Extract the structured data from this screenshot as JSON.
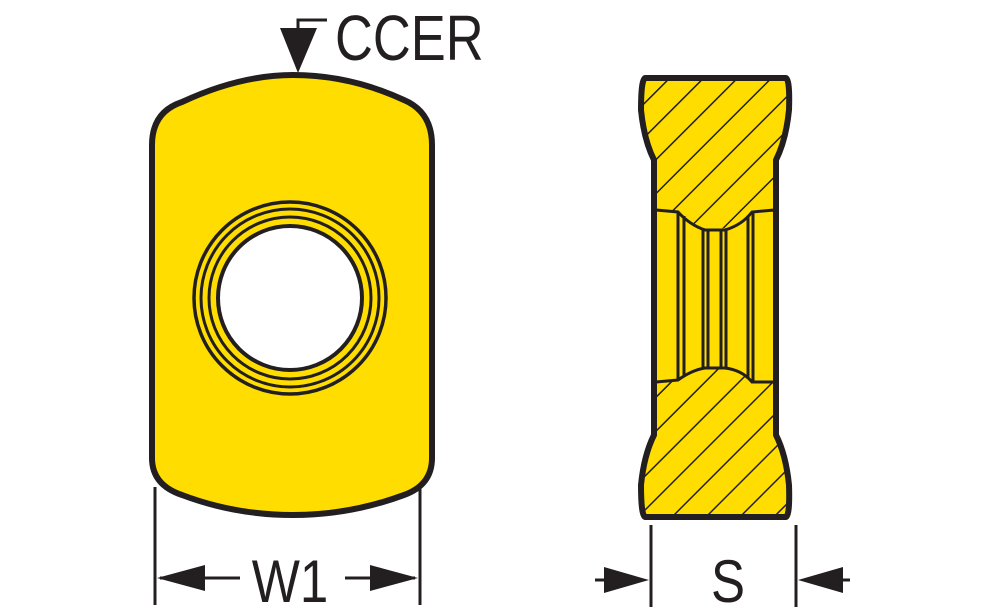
{
  "labels": {
    "edge_callout": "CCER",
    "width_dimension": "W1",
    "thickness_dimension": "S"
  },
  "colors": {
    "insert_fill": "#FFDD00",
    "outline": "#231F20",
    "background": "#FFFFFF"
  }
}
